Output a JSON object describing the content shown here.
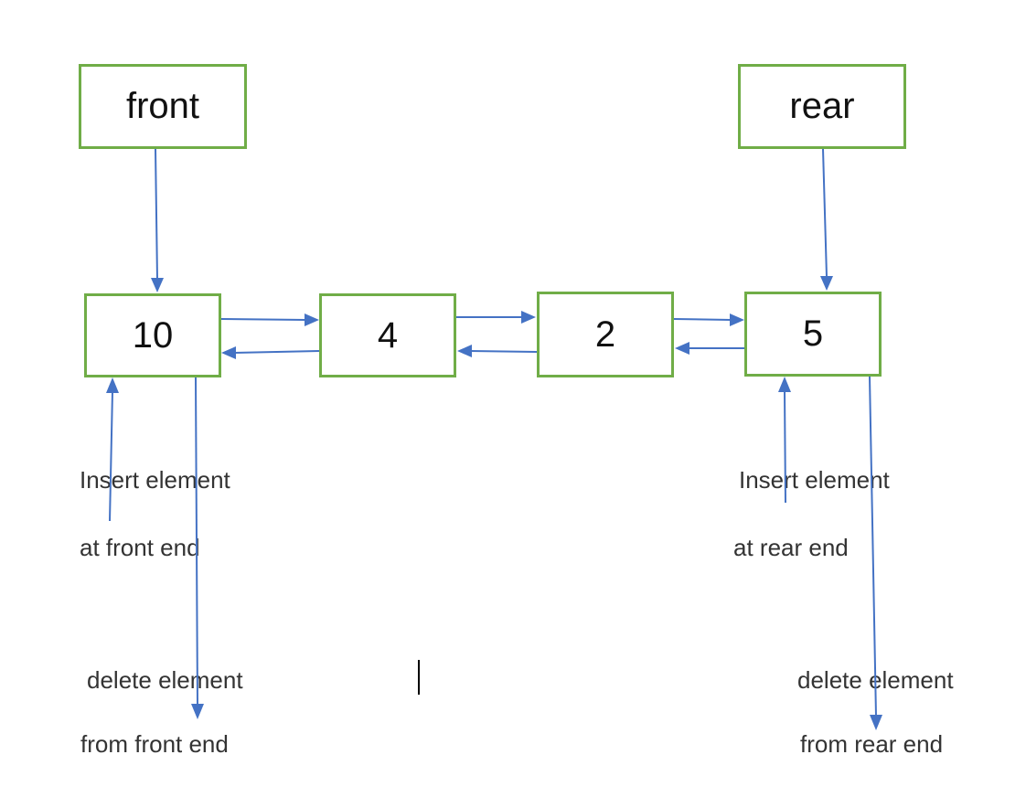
{
  "pointers": {
    "front": "front",
    "rear": "rear"
  },
  "nodes": [
    "10",
    "4",
    "2",
    "5"
  ],
  "labels": {
    "insert_front_line1": "Insert element",
    "insert_front_line2": "at front end",
    "insert_rear_line1": "Insert element",
    "insert_rear_line2": "at rear end",
    "delete_front_line1": "delete element",
    "delete_front_line2": "from front end",
    "delete_rear_line1": "delete element",
    "delete_rear_line2": "from rear end"
  },
  "colors": {
    "box_border": "#70ad47",
    "arrow": "#4472c4",
    "text": "#111111"
  }
}
